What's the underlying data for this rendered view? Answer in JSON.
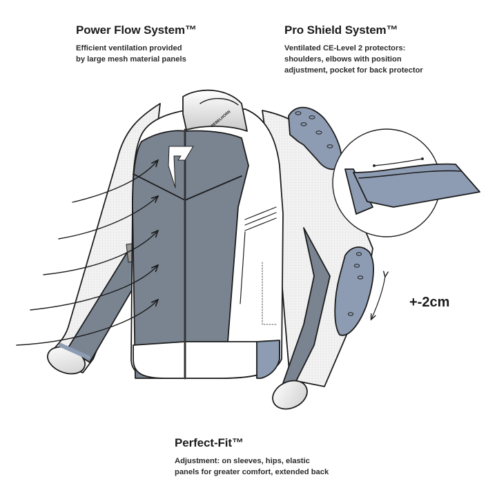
{
  "colors": {
    "panel_gray": "#7a8491",
    "protector_blue": "#8d9cb2",
    "outline": "#1c1c1c",
    "mesh": "#ececec",
    "background": "#ffffff"
  },
  "features": {
    "power_flow": {
      "title": "Power Flow System™",
      "description": "Efficient ventilation provided\nby large mesh material panels"
    },
    "pro_shield": {
      "title": "Pro Shield System™",
      "description": "Ventilated CE-Level 2 protectors:\nshoulders, elbows with position\nadjustment, pocket for back protector"
    },
    "perfect_fit": {
      "title": "Perfect-Fit™",
      "description": "Adjustment: on sleeves, hips, elastic\npanels for greater comfort, extended back"
    }
  },
  "annotations": {
    "elbow_adjustment": "+-2cm",
    "collar_brand": "REBELHORN"
  },
  "illustration": {
    "subject": "motorcycle jacket technical drawing",
    "airflow_arrows": 5,
    "callouts": [
      "shoulder-protector-detail-circle",
      "elbow-protector-adjustment-arrow"
    ]
  }
}
